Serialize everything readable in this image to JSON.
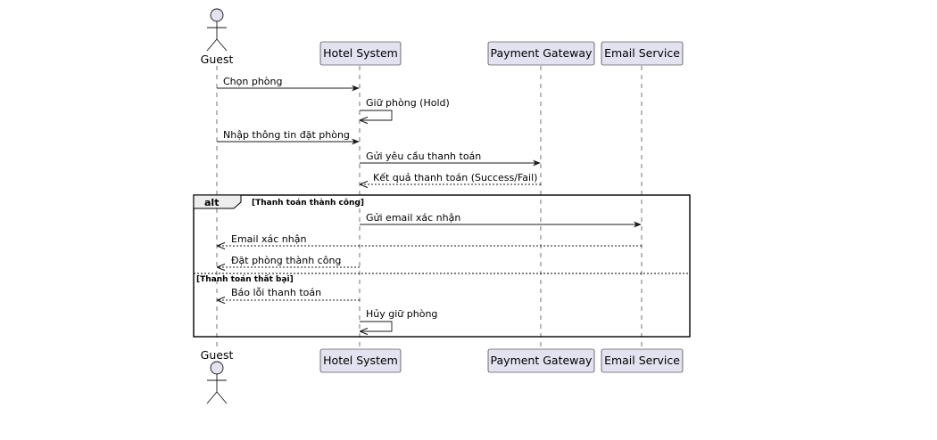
{
  "participants": {
    "guest": "Guest",
    "hotel": "Hotel System",
    "payment": "Payment Gateway",
    "email": "Email Service"
  },
  "messages": {
    "m1": "Chọn phòng",
    "m2": "Giữ phòng (Hold)",
    "m3": "Nhập thông tin đặt phòng",
    "m4": "Gửi yêu cầu thanh toán",
    "m5": "Kết quả thanh toán (Success/Fail)",
    "m6": "Gửi email xác nhận",
    "m7": "Email xác nhận",
    "m8": "Đặt phòng thành công",
    "m9": "Báo lỗi thanh toán",
    "m10": "Hủy giữ phòng"
  },
  "alt": {
    "keyword": "alt",
    "guard_success": "[Thanh toán thành công]",
    "guard_fail": "[Thanh toán thất bại]"
  }
}
